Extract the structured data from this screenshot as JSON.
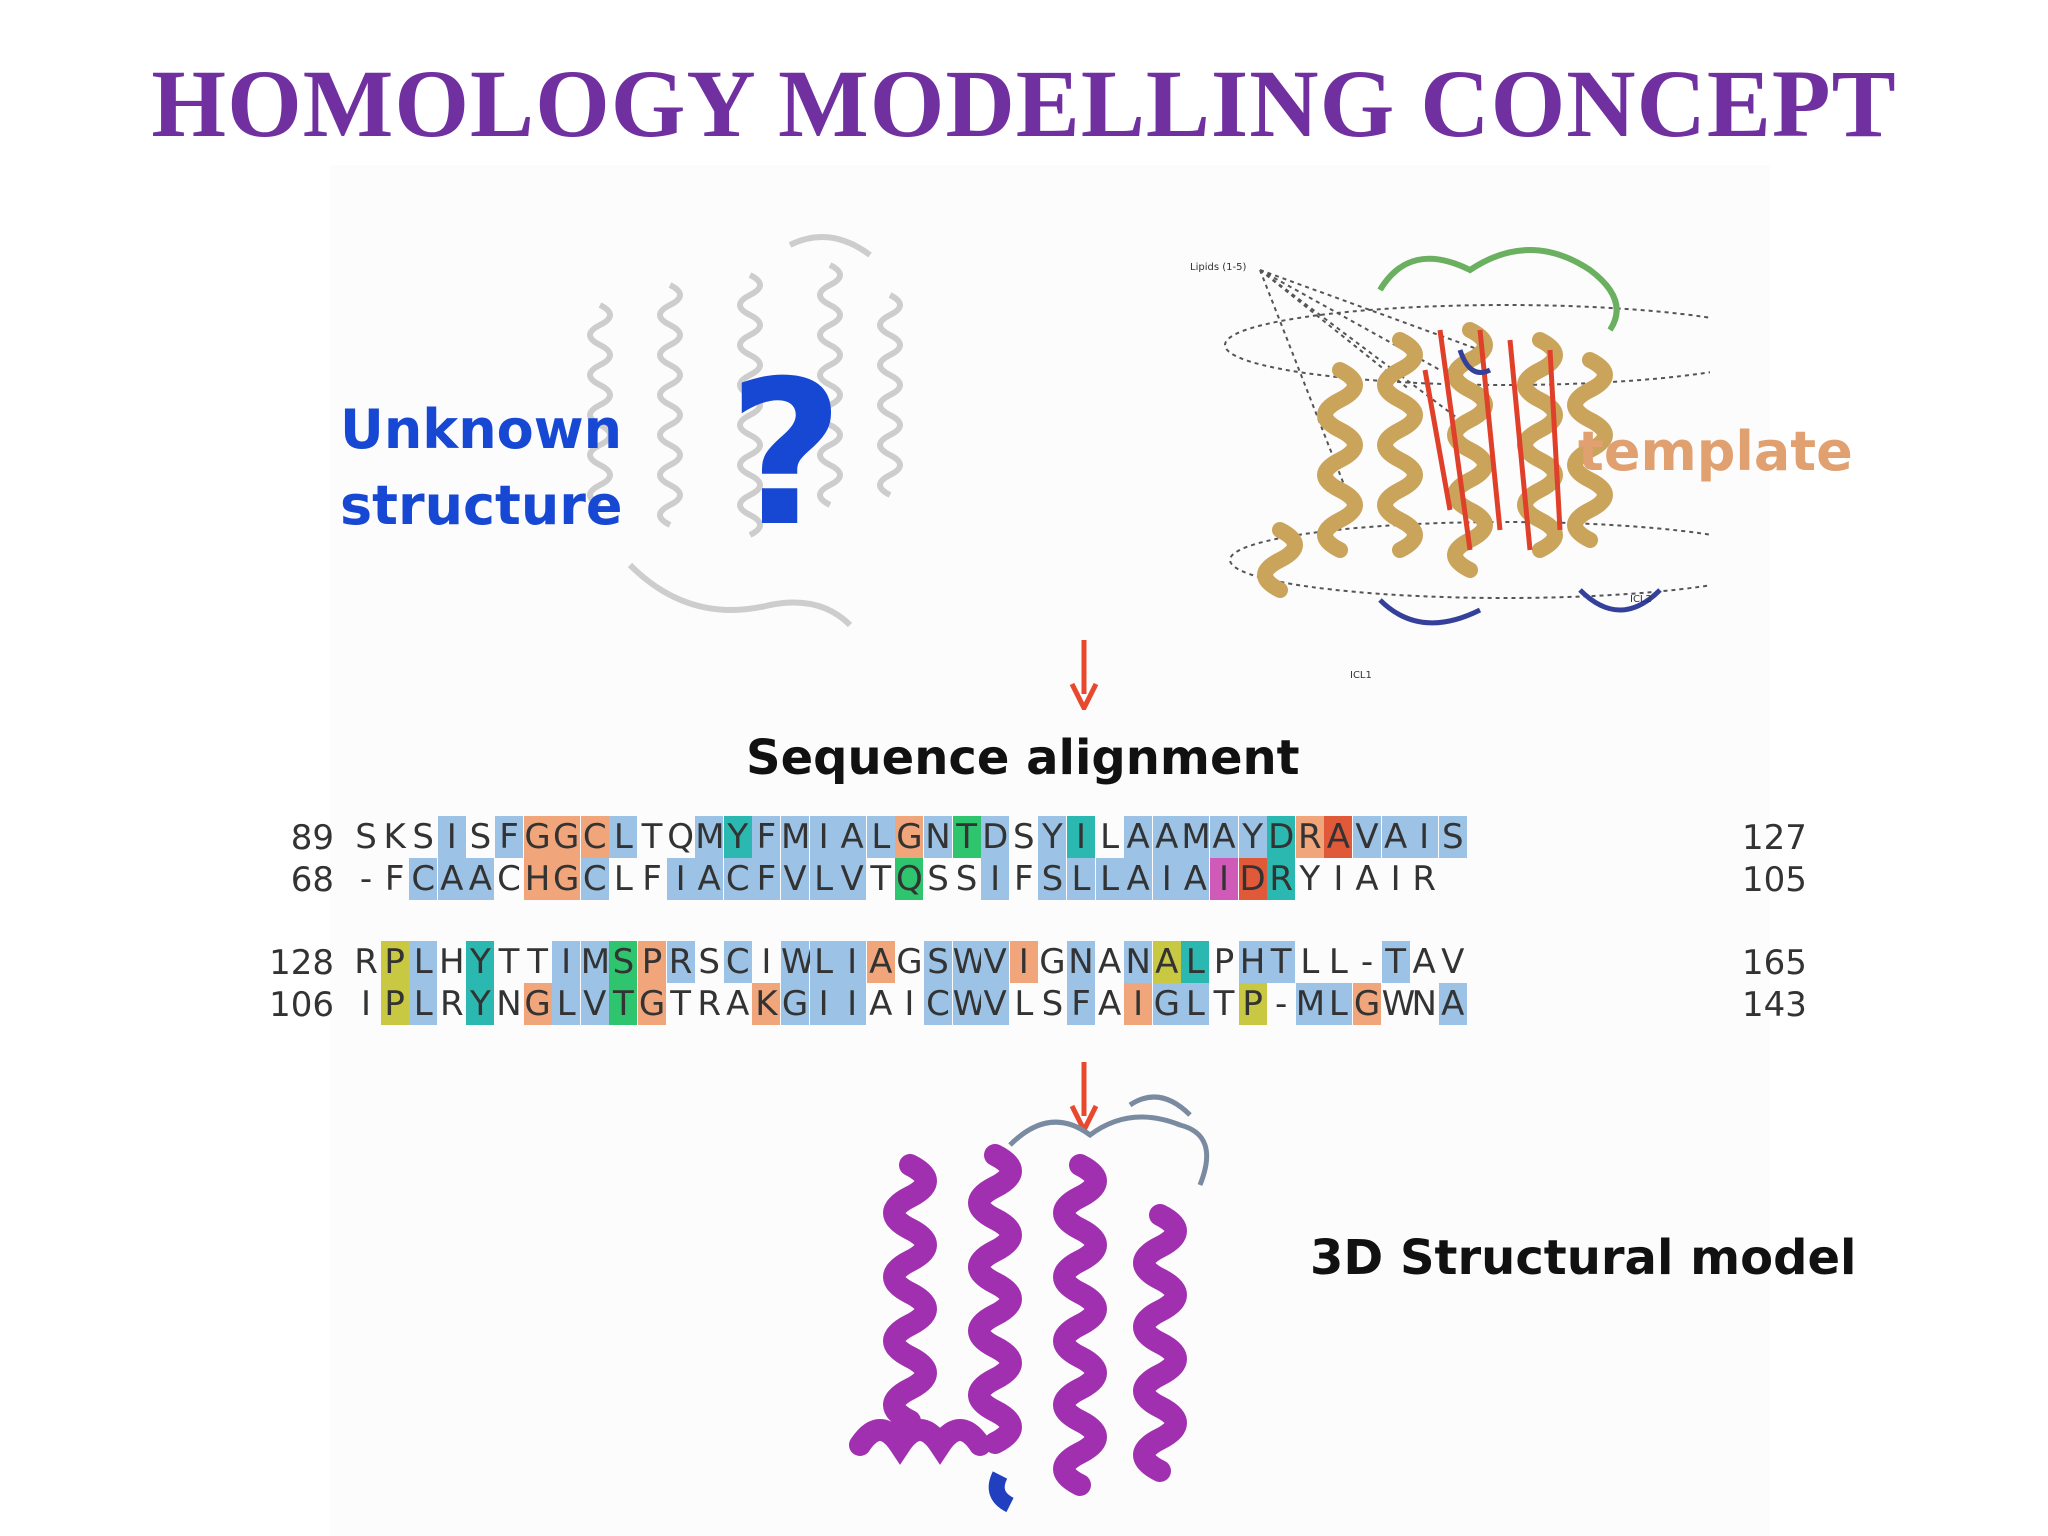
{
  "title": "HOMOLOGY MODELLING CONCEPT",
  "unknown_label": [
    "Unknown",
    "structure"
  ],
  "question_mark": "?",
  "template_label": "template",
  "template_annotations": {
    "lipids": "Lipids (1-5)",
    "icl1": "ICL1",
    "icl2": "ICL2"
  },
  "sequence_title": "Sequence alignment",
  "model_label": "3D Structural model",
  "alignment": [
    {
      "start": "89",
      "seq": "SKSISFGGCLTQMYFMIALGNTDSYILAAMAYDRAVAIS",
      "end": "127",
      "colors": "...B.BOOOB..BTBBBBBOBGB.BT.BBBBBTOPBBBB."
    },
    {
      "start": "68",
      "seq": "-FCAACHGCLFIACFVLVTQSSIFSLLAIAIDRYIAIR",
      "end": "105",
      "colors": "..BBB.OOB..BBBBBBB.G..B.BBBBBBMPT....."
    },
    {
      "start": "128",
      "seq": "RPLHYTTIMSPRSCIWLIAGSWVIGNANALPHTLL-TAV",
      "end": "165",
      "colors": ".YB.T..BBGOB.B.BBBO.BBBO.B.BYT.BB...B"
    },
    {
      "start": "106",
      "seq": "IPLRYNGLVTGTRAKGIIAICWVLSFAIGLTP-MLGWNA",
      "end": "143",
      "colors": ".YB.T.OBBGO...OBBB..BBB..B.OBB.Y.BBO..B"
    }
  ],
  "alignment_colors": {
    "B": "#9cc3e6",
    "O": "#f0a57a",
    "T": "#2bb8b0",
    "G": "#2fc46e",
    "Y": "#c9c843",
    "P": "#e05a3a",
    "M": "#d05ab8"
  },
  "colors": {
    "title": "#7030a0",
    "unknown": "#1748d4",
    "template": "#e0a070",
    "helix_gold": "#c9a45a",
    "helix_purple": "#a030b0",
    "arrow": "#e8492e"
  }
}
